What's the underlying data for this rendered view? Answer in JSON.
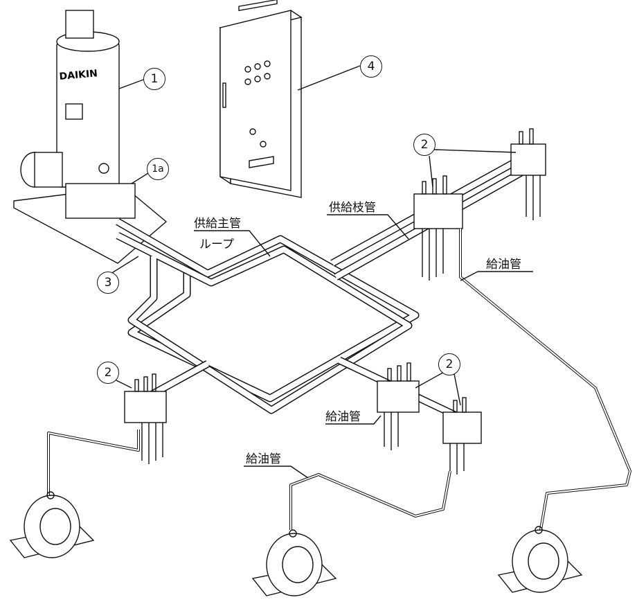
{
  "callouts": {
    "c1": "1",
    "c1a": "1a",
    "c2a": "2",
    "c2b": "2",
    "c2c": "2",
    "c3": "3",
    "c4": "4"
  },
  "labels": {
    "supply_main": "供給主管",
    "loop": "ループ",
    "supply_branch": "供給枝管",
    "oil_pipe_right": "給油管",
    "oil_pipe_center": "給油管",
    "oil_pipe_bottom": "給油管"
  },
  "pump_brand": "DAIKIN"
}
